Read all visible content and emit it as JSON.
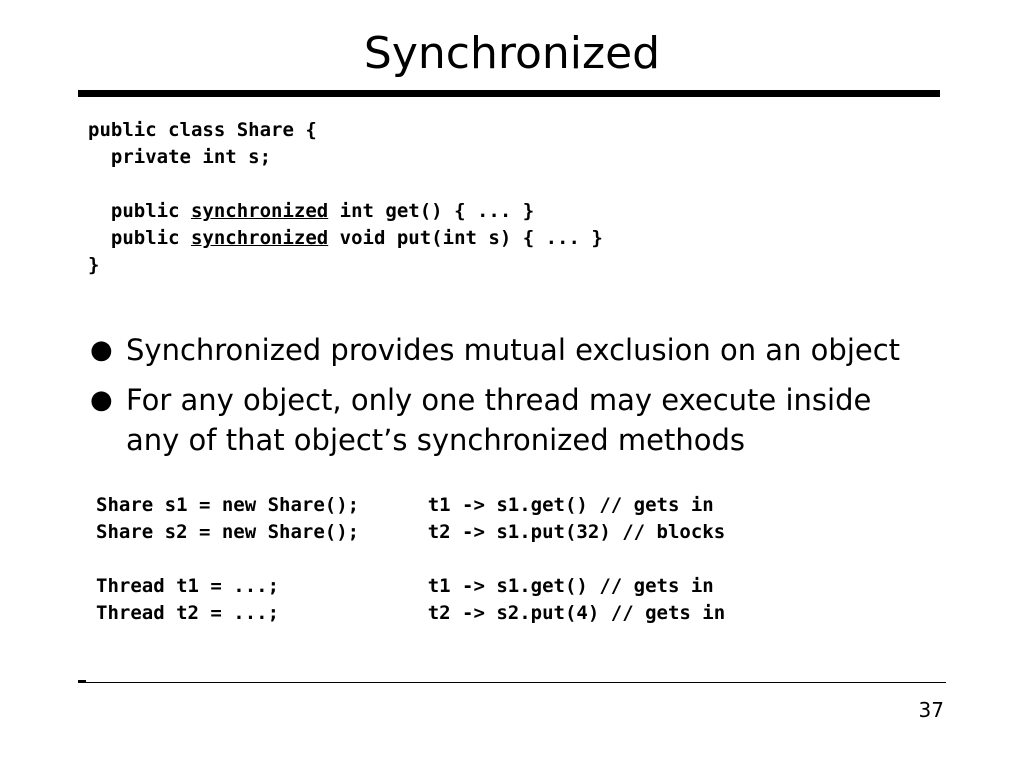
{
  "slide": {
    "title": "Synchronized",
    "page_number": "37"
  },
  "code_top": {
    "lines": [
      [
        {
          "t": "public class Share {"
        }
      ],
      [
        {
          "t": "  private int s;"
        }
      ],
      [
        {
          "t": ""
        }
      ],
      [
        {
          "t": "  public "
        },
        {
          "t": "synchronized",
          "u": true
        },
        {
          "t": " int get() { ... }"
        }
      ],
      [
        {
          "t": "  public "
        },
        {
          "t": "synchronized",
          "u": true
        },
        {
          "t": " void put(int s) { ... }"
        }
      ],
      [
        {
          "t": "}"
        }
      ]
    ]
  },
  "bullets": [
    "Synchronized provides mutual exclusion on an object",
    "For any object, only one thread may execute inside any of that object’s synchronized methods"
  ],
  "code_bottom": {
    "lines": [
      "Share s1 = new Share();      t1 -> s1.get() // gets in",
      "Share s2 = new Share();      t2 -> s1.put(32) // blocks",
      "",
      "Thread t1 = ...;             t1 -> s1.get() // gets in",
      "Thread t2 = ...;             t2 -> s2.put(4) // gets in"
    ]
  }
}
